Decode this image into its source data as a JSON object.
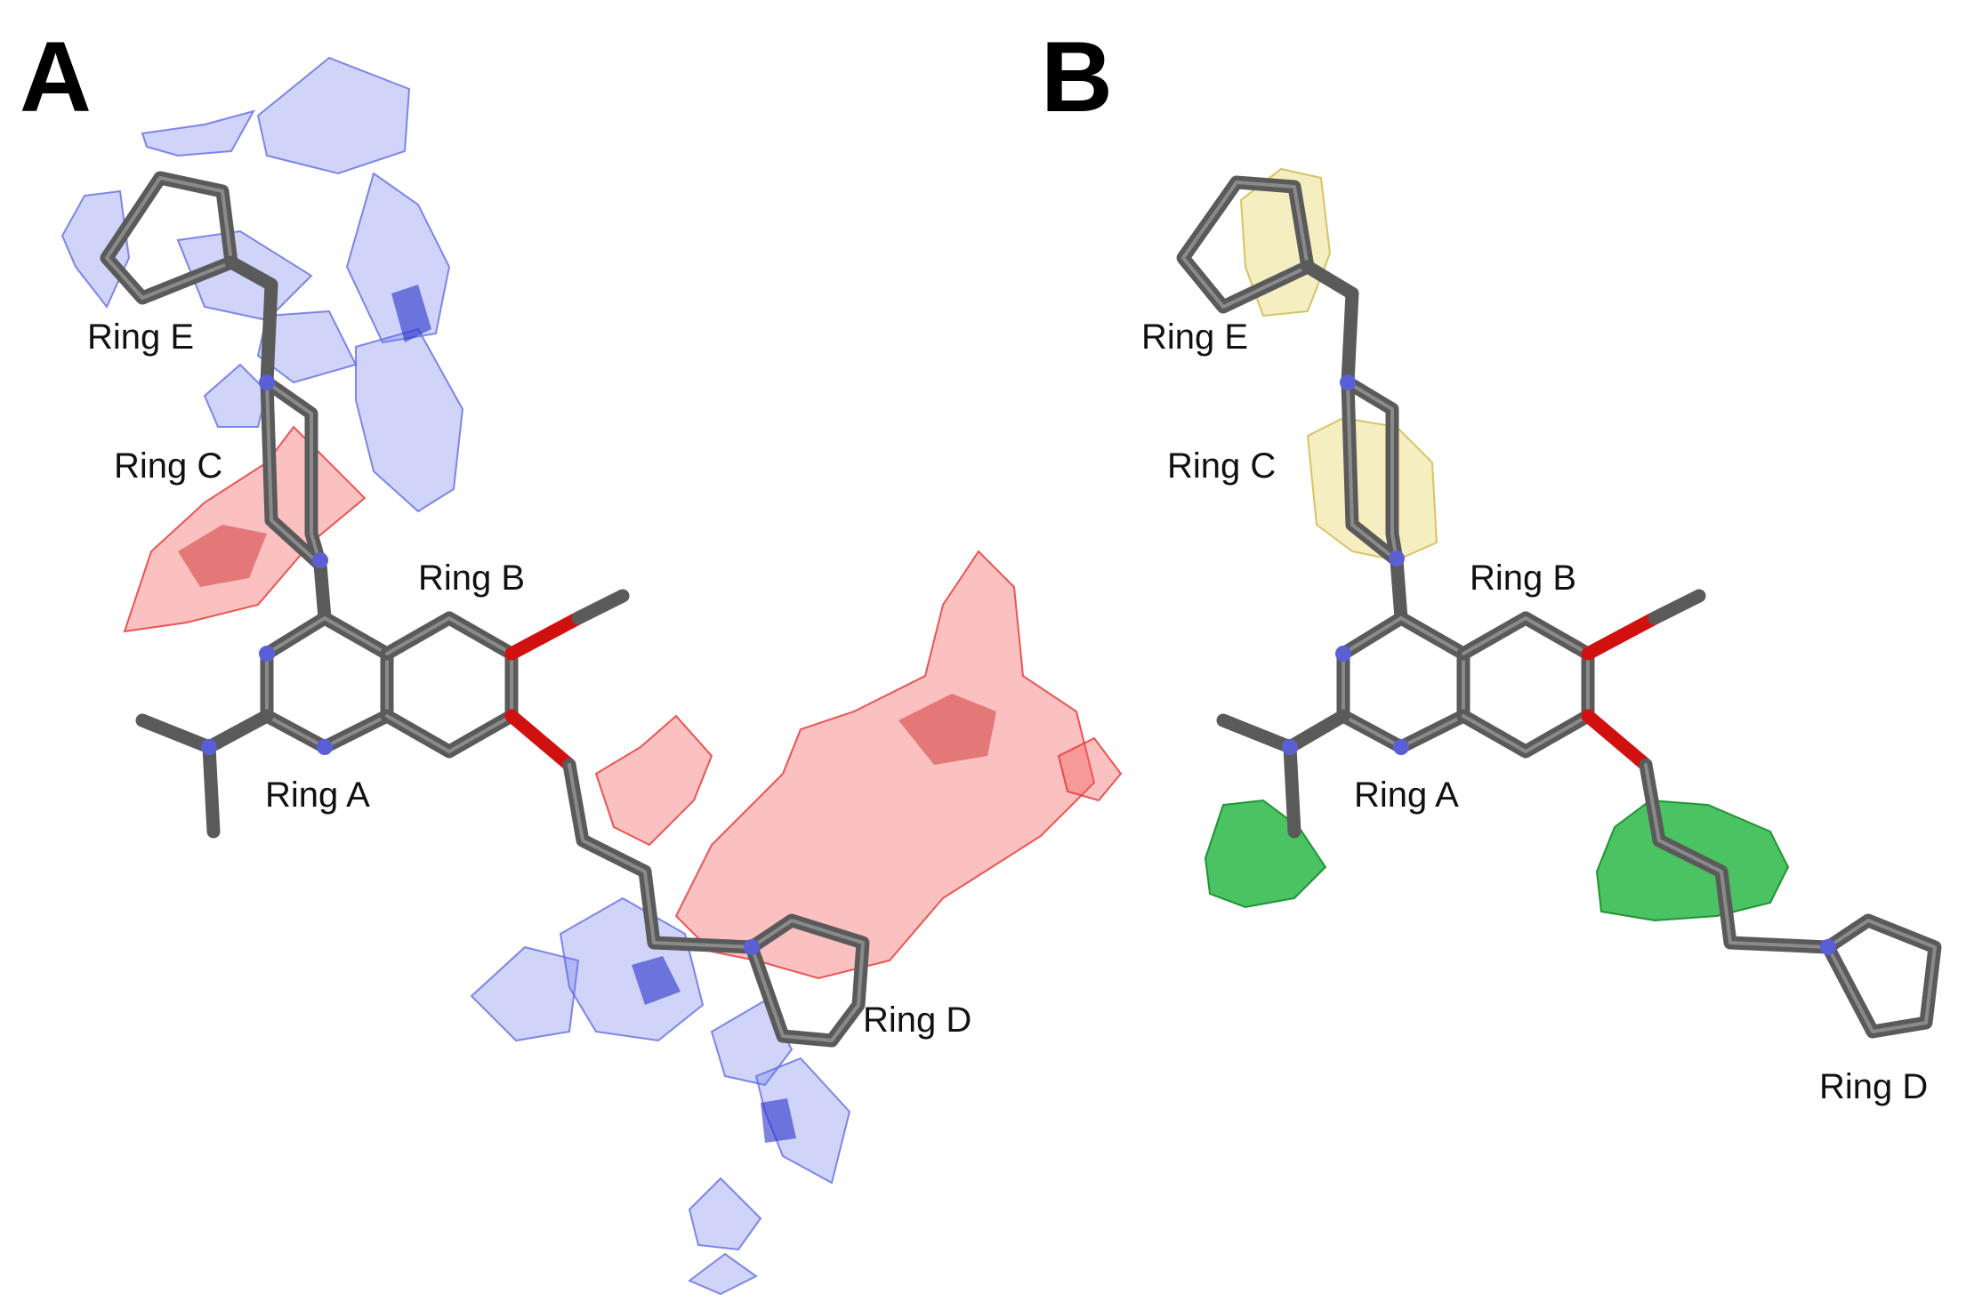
{
  "panels": {
    "a": {
      "letter": "A",
      "labels": {
        "ring_e": "Ring E",
        "ring_c": "Ring C",
        "ring_b": "Ring B",
        "ring_a": "Ring A",
        "ring_d": "Ring D"
      },
      "contour_colors": [
        "#6e78eb",
        "#f55a5a"
      ]
    },
    "b": {
      "letter": "B",
      "labels": {
        "ring_e": "Ring E",
        "ring_c": "Ring C",
        "ring_b": "Ring B",
        "ring_a": "Ring A",
        "ring_d": "Ring D"
      },
      "contour_colors": [
        "#eee296",
        "#1eb43c"
      ]
    }
  },
  "atom_colors": {
    "carbon": "#5a5a5a",
    "nitrogen": "#5a5fd6",
    "oxygen": "#d11010"
  }
}
